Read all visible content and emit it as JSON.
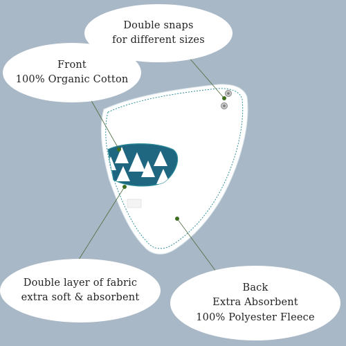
{
  "callouts": {
    "snaps": {
      "line1": "Double snaps",
      "line2": "for different sizes"
    },
    "front": {
      "line1": "Front",
      "line2": "100% Organic Cotton"
    },
    "layer": {
      "line1": "Double layer of fabric",
      "line2": "extra soft & absorbent"
    },
    "back": {
      "line1": "Back",
      "line2": "Extra Absorbent",
      "line3": "100% Polyester Fleece"
    }
  },
  "colors": {
    "background": "#a9b8c6",
    "bib_fleece": "#ffffff",
    "bib_print": "#1f6680",
    "stitching": "#2f8f9a",
    "leader_dots": "#3f6e1f"
  },
  "icons": {
    "snap": "metal-snap-button",
    "print_motif": "white-teepee-tents"
  }
}
